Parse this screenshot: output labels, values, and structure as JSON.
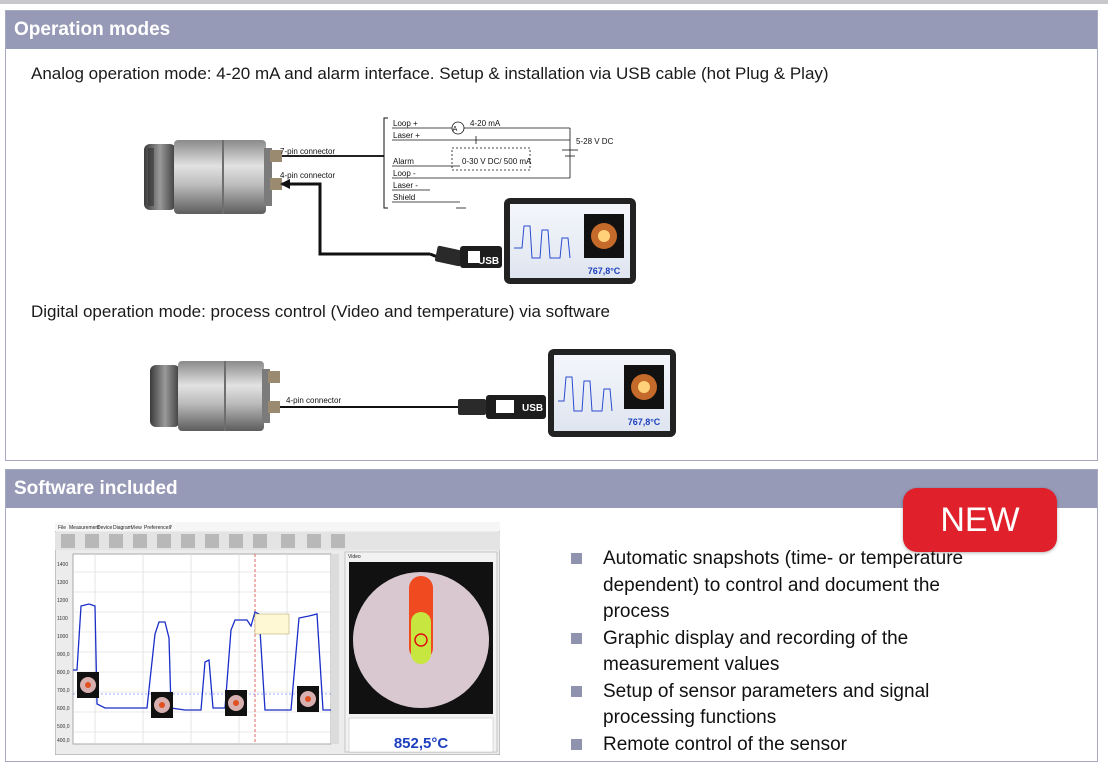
{
  "operation_modes": {
    "title": "Operation modes",
    "analog_caption": "Analog operation mode: 4-20 mA and alarm interface. Setup & installation via USB cable (hot Plug & Play)",
    "digital_caption": "Digital operation mode: process control (Video and temperature) via software",
    "diagram_labels": {
      "connector_7pin": "7-pin connector",
      "connector_4pin": "4-pin connector",
      "loop_plus": "Loop +",
      "laser_plus": "Laser +",
      "alarm": "Alarm",
      "loop_minus": "Loop -",
      "laser_minus": "Laser -",
      "shield": "Shield",
      "current": "4-20 mA",
      "alarm_spec": "0-30 V DC/ 500 mA",
      "supply": "5-28 V DC",
      "ammeter": "A",
      "usb": "USB",
      "tablet_temp": "767,8°C"
    }
  },
  "software": {
    "title": "Software included",
    "badge": "NEW",
    "features": [
      "Automatic snapshots (time- or temperature dependent) to control and document the process",
      "Graphic display and recording of the measurement values",
      "Setup of sensor parameters and signal processing functions",
      "Remote control of the sensor"
    ],
    "screenshot": {
      "menu": [
        "File",
        "Measurement",
        "Device",
        "Diagram",
        "View",
        "Preferences",
        "?"
      ],
      "y_ticks": [
        "1400",
        "1300",
        "1200",
        "1100",
        "1000",
        "900,0",
        "800,0",
        "700,0",
        "600,0",
        "500,0",
        "400,0"
      ],
      "video_label": "Video",
      "temperature": "852,5°C"
    }
  }
}
